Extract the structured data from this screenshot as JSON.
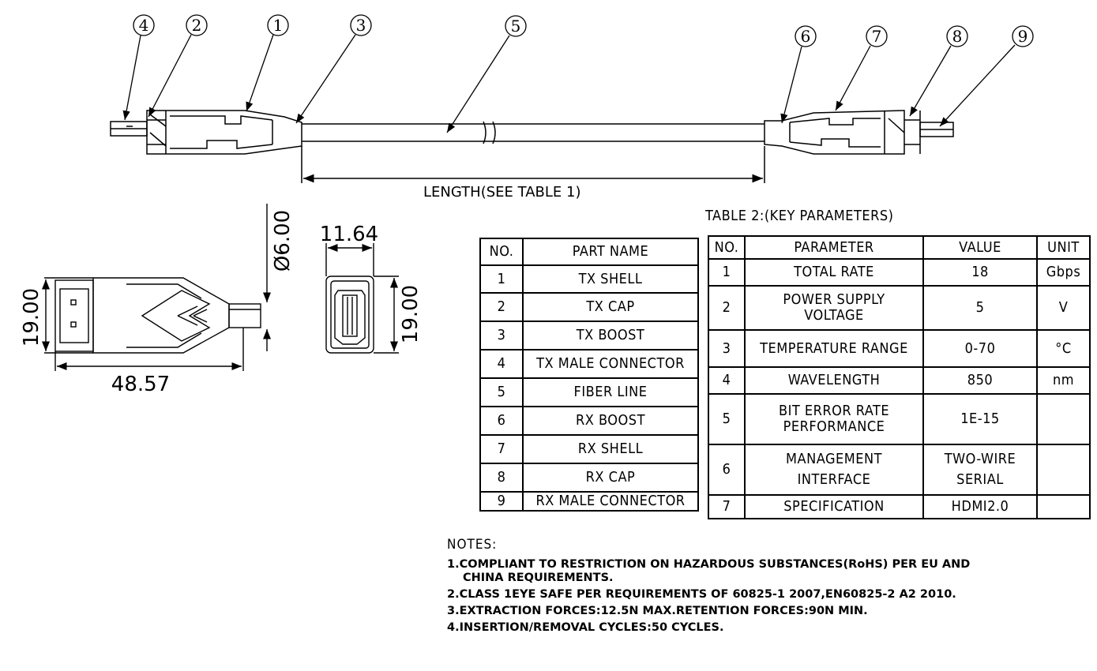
{
  "balloons": [
    "4",
    "2",
    "1",
    "3",
    "5",
    "6",
    "7",
    "8",
    "9"
  ],
  "length_label": "LENGTH(SEE TABLE 1)",
  "dimensions": {
    "plug_height": "19.00",
    "plug_length": "48.57",
    "cable_dia": "Ø6.00",
    "socket_width": "11.64",
    "socket_height": "19.00"
  },
  "table1": {
    "headers": [
      "NO.",
      "PART NAME"
    ],
    "rows": [
      [
        "1",
        "TX SHELL"
      ],
      [
        "2",
        "TX CAP"
      ],
      [
        "3",
        "TX BOOST"
      ],
      [
        "4",
        "TX MALE CONNECTOR"
      ],
      [
        "5",
        "FIBER LINE"
      ],
      [
        "6",
        "RX BOOST"
      ],
      [
        "7",
        "RX SHELL"
      ],
      [
        "8",
        "RX CAP"
      ],
      [
        "9",
        "RX MALE CONNECTOR"
      ]
    ]
  },
  "table2": {
    "title": "TABLE 2:(KEY PARAMETERS)",
    "headers": [
      "NO.",
      "PARAMETER",
      "VALUE",
      "UNIT"
    ],
    "rows": [
      {
        "no": "1",
        "param": [
          "TOTAL RATE"
        ],
        "value": [
          "18"
        ],
        "unit": "Gbps"
      },
      {
        "no": "2",
        "param": [
          "POWER SUPPLY",
          "VOLTAGE"
        ],
        "value": [
          "5"
        ],
        "unit": "V"
      },
      {
        "no": "3",
        "param": [
          "TEMPERATURE RANGE"
        ],
        "value": [
          "0-70"
        ],
        "unit": "°C"
      },
      {
        "no": "4",
        "param": [
          "WAVELENGTH"
        ],
        "value": [
          "850"
        ],
        "unit": "nm"
      },
      {
        "no": "5",
        "param": [
          "BIT ERROR RATE",
          "PERFORMANCE"
        ],
        "value": [
          "1E-15"
        ],
        "unit": ""
      },
      {
        "no": "6",
        "param": [
          "MANAGEMENT",
          "INTERFACE"
        ],
        "value": [
          "TWO-WIRE",
          "SERIAL"
        ],
        "unit": ""
      },
      {
        "no": "7",
        "param": [
          "SPECIFICATION"
        ],
        "value": [
          "HDMI2.0"
        ],
        "unit": ""
      }
    ]
  },
  "notes": {
    "heading": "NOTES:",
    "items": [
      [
        "1.COMPLIANT TO RESTRICTION ON HAZARDOUS SUBSTANCES(RoHS) PER EU AND",
        "CHINA REQUIREMENTS."
      ],
      [
        "2.CLASS 1EYE SAFE PER REQUIREMENTS OF 60825-1 2007,EN60825-2 A2 2010."
      ],
      [
        "3.EXTRACTION FORCES:12.5N MAX.RETENTION FORCES:90N MIN."
      ],
      [
        "4.INSERTION/REMOVAL CYCLES:50 CYCLES."
      ]
    ]
  }
}
